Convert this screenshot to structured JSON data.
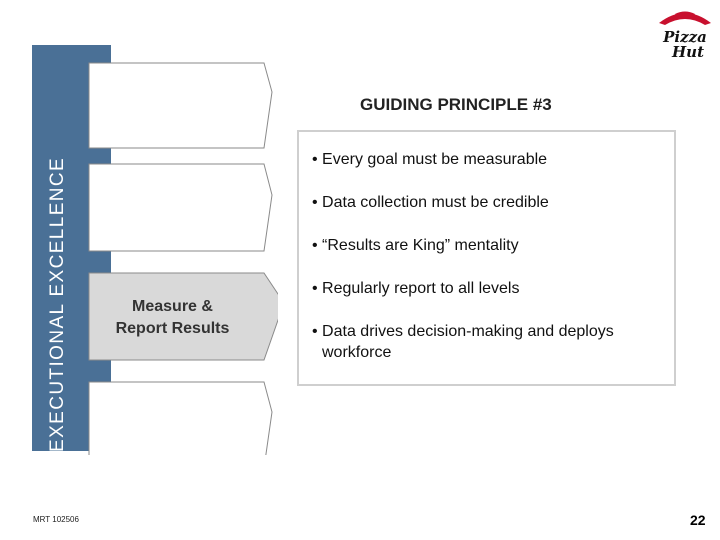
{
  "side_title": "EXECUTIONAL EXCELLENCE",
  "heading": "GUIDING PRINCIPLE #3",
  "active_step_label": "Measure &\nReport Results",
  "bullets": [
    "• Every goal must be measurable",
    "• Data collection must be credible",
    "• “Results are King” mentality",
    "• Regularly report to all levels",
    "• Data drives decision-making and deploys workforce"
  ],
  "logo_text": "Pizza Hut",
  "footer_code": "MRT 102506",
  "page_number": "22",
  "colors": {
    "side_band": "#4a7096",
    "chevron_active": "#d9d9d9",
    "panel_border": "#cfcfcf",
    "logo_red": "#c8102e"
  },
  "icons": [
    "pizza-hut-logo-icon"
  ]
}
